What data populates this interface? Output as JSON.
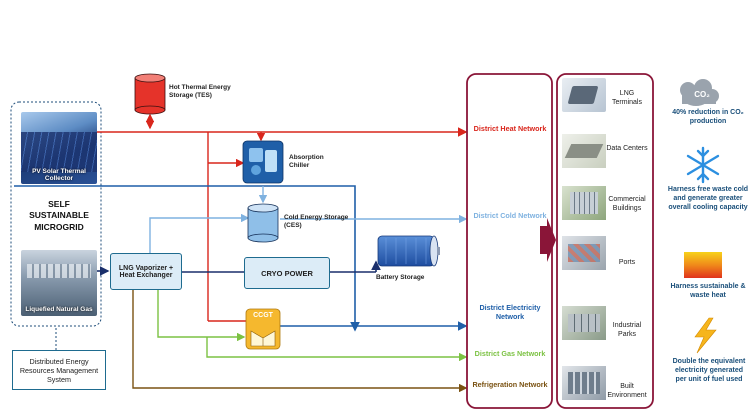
{
  "colors": {
    "heat": "#d9261c",
    "cold_light": "#7fb2e0",
    "electric": "#1f5fa8",
    "gas": "#7cc243",
    "refrigeration": "#7a5212",
    "frame": "#8a1538"
  },
  "microgrid": {
    "title_lines": [
      "SELF",
      "SUSTAINABLE",
      "MICROGRID"
    ],
    "pv_label": "PV Solar Thermal Collector",
    "lng_label": "Liquefied Natural Gas"
  },
  "management": {
    "label": "Distributed Energy Resources Management System"
  },
  "components": {
    "tes": "Hot Thermal Energy Storage (TES)",
    "chiller": "Absorption Chiller",
    "ces": "Cold Energy Storage (CES)",
    "vaporizer": "LNG Vaporizer + Heat Exchanger",
    "cryo": "CRYO POWER",
    "battery": "Battery Storage",
    "ccgt": "CCGT"
  },
  "networks": [
    {
      "id": "heat",
      "label": "District Heat Network"
    },
    {
      "id": "cold",
      "label": "District Cold Network"
    },
    {
      "id": "electricity",
      "label": "District Electricity Network"
    },
    {
      "id": "gas",
      "label": "District Gas Network"
    },
    {
      "id": "refrigeration",
      "label": "Refrigeration Network"
    }
  ],
  "destinations": [
    "LNG Terminals",
    "Data Centers",
    "Commercial Buildings",
    "Ports",
    "Industrial Parks",
    "Built Environment"
  ],
  "impacts": [
    {
      "icon": "co2-cloud-icon",
      "text": "40% reduction in CO₂ production"
    },
    {
      "icon": "snowflake-icon",
      "text": "Harness free waste cold and generate greater overall cooling capacity"
    },
    {
      "icon": "heat-gradient-icon",
      "text": "Harness sustainable & waste heat"
    },
    {
      "icon": "lightning-icon",
      "text": "Double the equivalent electricity generated per unit of fuel used"
    }
  ],
  "co2_icon_text": "CO₂"
}
